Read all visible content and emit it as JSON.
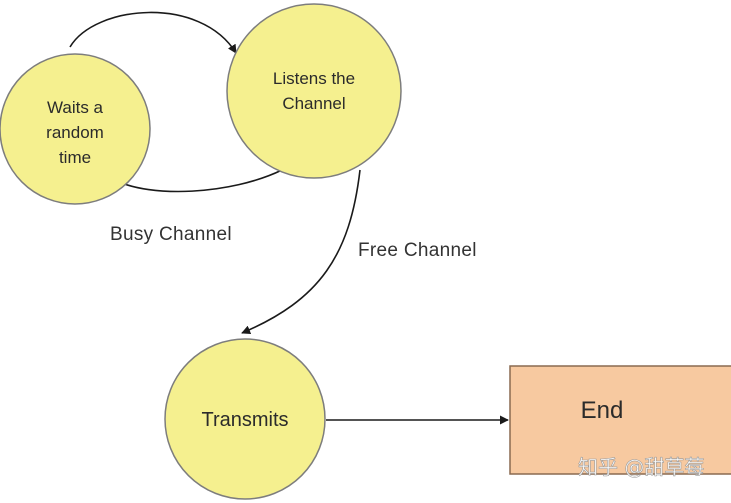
{
  "colors": {
    "state_fill": "#f5f08f",
    "state_stroke": "#7d7d7d",
    "end_fill": "#f7c9a0",
    "end_stroke": "#8a6a50",
    "edge": "#1a1a1a"
  },
  "nodes": {
    "waits": {
      "lines": [
        "Waits a",
        "random",
        "time"
      ]
    },
    "listens": {
      "lines": [
        "Listens the",
        "Channel"
      ]
    },
    "transmits": {
      "label": "Transmits"
    },
    "end": {
      "label": "End"
    }
  },
  "edges": {
    "busy_channel": "Busy Channel",
    "free_channel": "Free Channel"
  },
  "watermark": "知乎 @甜草莓"
}
